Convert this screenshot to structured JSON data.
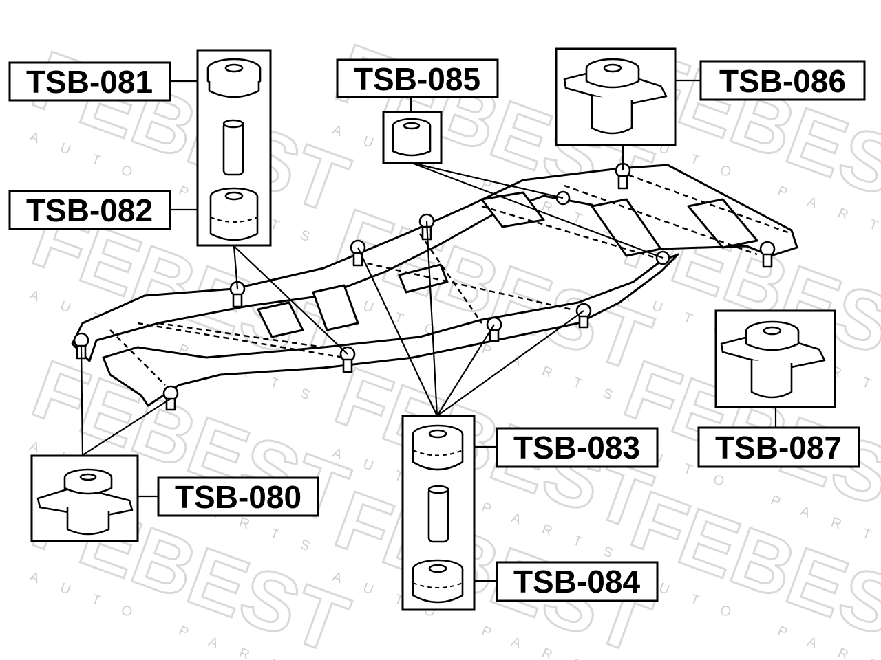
{
  "watermark": {
    "brand": "FEBEST",
    "sub": "AUTO PARTS"
  },
  "labels": {
    "tsb080": "TSB-080",
    "tsb081": "TSB-081",
    "tsb082": "TSB-082",
    "tsb083": "TSB-083",
    "tsb084": "TSB-084",
    "tsb085": "TSB-085",
    "tsb086": "TSB-086",
    "tsb087": "TSB-087"
  }
}
